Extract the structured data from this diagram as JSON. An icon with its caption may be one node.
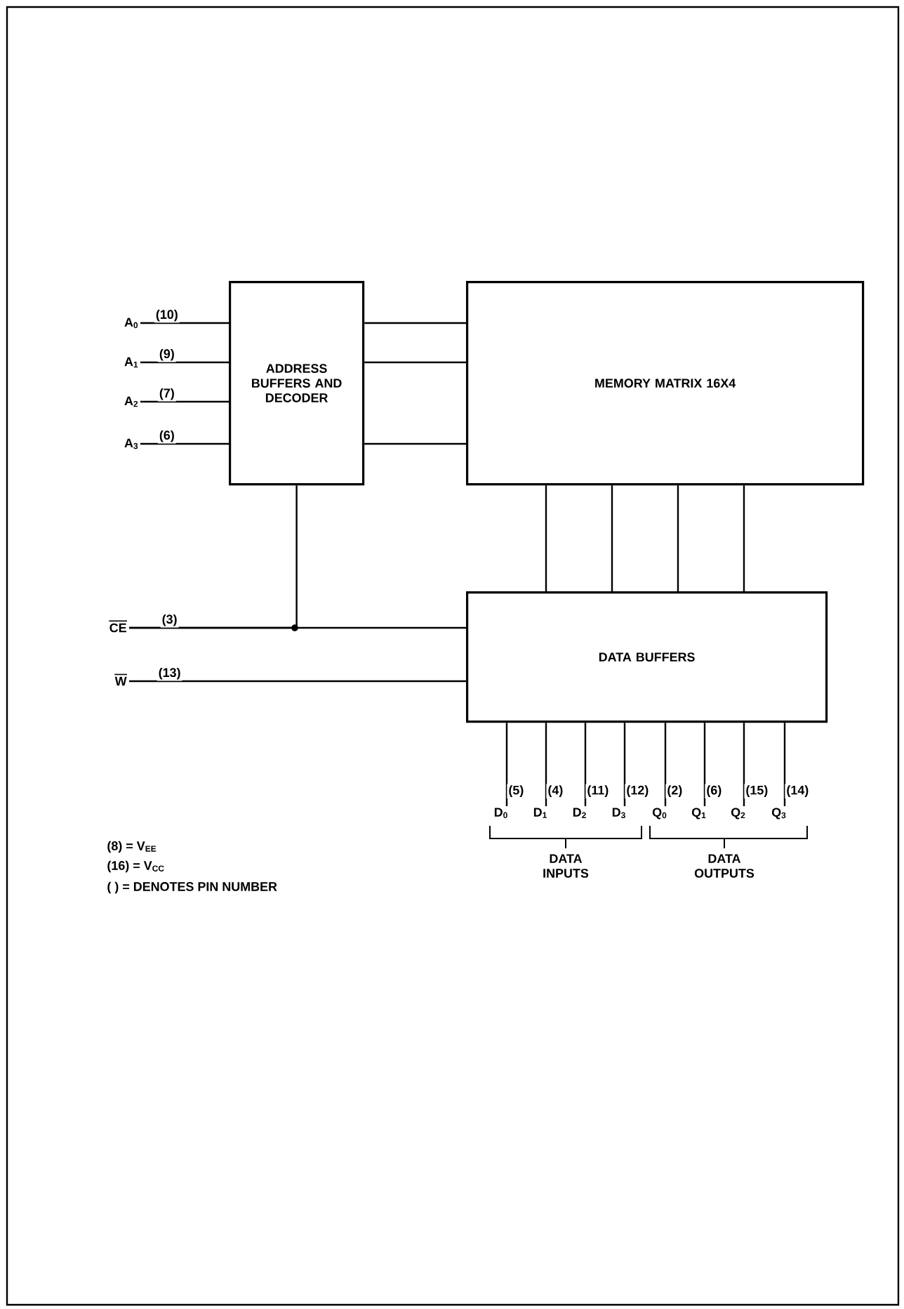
{
  "diagram": {
    "nodes": [
      {
        "text": [
          "ADDRESS BUFFERS AND DECODER"
        ]
      },
      {
        "text": [
          "MEMORY MATRIX 16X4"
        ]
      },
      {
        "text": [
          "DATA BUFFERS"
        ]
      },
      {
        "text": [
          "A$_{0}$"
        ]
      },
      {
        "text": [
          "A$_{1}$"
        ]
      },
      {
        "text": [
          "A$_{2}$"
        ]
      },
      {
        "text": [
          "A$_{3}$"
        ]
      },
      {
        "text": [
          "CE"
        ]
      },
      {
        "text": [
          "W"
        ]
      },
      {
        "text": [
          "D$_{0}$"
        ]
      },
      {
        "text": [
          "D$_{1}$"
        ]
      },
      {
        "text": [
          "D$_{2}$"
        ]
      },
      {
        "text": [
          "D$_{3}$"
        ]
      },
      {
        "text": [
          "Q$_{0}$"
        ]
      },
      {
        "text": [
          "Q$_{1}$"
        ]
      },
      {
        "text": [
          "Q$_{2}$"
        ]
      },
      {
        "text": [
          "Q$_{3}$"
        ]
      }
    ],
    "edges": [
      {
        "from": 3,
        "to": 0,
        "arrow": "none",
        "label": "(10)"
      },
      {
        "from": 4,
        "to": 0,
        "arrow": "none",
        "label": "(9)"
      },
      {
        "from": 5,
        "to": 0,
        "arrow": "none",
        "label": "(7)"
      },
      {
        "from": 6,
        "to": 0,
        "arrow": "none",
        "label": "(6)"
      },
      {
        "from": 7,
        "to": 2,
        "arrow": "none",
        "label": "(3)"
      },
      {
        "from": 7,
        "to": 0,
        "arrow": "none"
      },
      {
        "from": 8,
        "to": 2,
        "arrow": "none",
        "label": "(13)"
      },
      {
        "from": 0,
        "to": 1,
        "arrow": "none"
      },
      {
        "from": 0,
        "to": 1,
        "arrow": "none"
      },
      {
        "from": 0,
        "to": 1,
        "arrow": "none"
      },
      {
        "from": 1,
        "to": 2,
        "arrow": "none"
      },
      {
        "from": 1,
        "to": 2,
        "arrow": "none"
      },
      {
        "from": 1,
        "to": 2,
        "arrow": "none"
      },
      {
        "from": 1,
        "to": 2,
        "arrow": "none"
      },
      {
        "from": 2,
        "to": 9,
        "arrow": "none",
        "label": "(5)"
      },
      {
        "from": 2,
        "to": 10,
        "arrow": "none",
        "label": "(4)"
      },
      {
        "from": 2,
        "to": 11,
        "arrow": "none",
        "label": "(11)"
      },
      {
        "from": 2,
        "to": 12,
        "arrow": "none",
        "label": "(12)"
      },
      {
        "from": 2,
        "to": 13,
        "arrow": "none",
        "label": "(2)"
      },
      {
        "from": 2,
        "to": 14,
        "arrow": "none",
        "label": "(6)"
      },
      {
        "from": 2,
        "to": 15,
        "arrow": "none",
        "label": "(15)"
      },
      {
        "from": 2,
        "to": 16,
        "arrow": "none",
        "label": "(14)"
      }
    ],
    "labels": [
      "DATA INPUTS",
      "DATA OUTPUTS",
      "(8) = V$_{EE}$",
      "(16) = V$_{CC}$",
      "( ) = DENOTES PIN NUMBER"
    ]
  }
}
